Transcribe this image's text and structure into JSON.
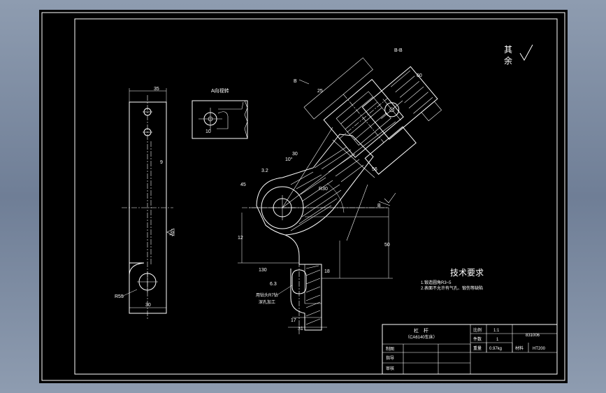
{
  "surface_finish": {
    "text_line1": "其",
    "text_line2": "余",
    "mark": "√"
  },
  "section_label": "B-B",
  "view_a_label": "A向视转",
  "view_a_dim": "10",
  "dims": {
    "top_width": "35",
    "height_9": "9",
    "r55": "R55",
    "bottom_width": "30",
    "angle_16": "16°",
    "d_30_top": "30",
    "d_10deg": "10°",
    "d_3_2": "3.2",
    "d_45": "45",
    "d_50": "50",
    "d_r30": "R30",
    "d_130": "130",
    "d_18": "18",
    "d_12": "12",
    "d_6_3": "6.3",
    "d_17": "17",
    "d_31": "31",
    "d_25": "25",
    "d_60": "60",
    "d_56": "56",
    "hole_note_1": "用钻头R7钻",
    "hole_note_2": "深孔加工"
  },
  "tech_req": {
    "title": "技术要求",
    "line1": "1.锻造圆角R3~5",
    "line2": "2.表面不允许有气孔、锻伤等缺陷"
  },
  "title_block": {
    "name_line1": "杠　杆",
    "name_line2": "（CA6140车床）",
    "scale_label": "比例",
    "scale_value": "1:1",
    "qty_label": "件数",
    "qty_value": "1",
    "drawing_no": "831006",
    "weight_label": "重量",
    "weight_value": "0.97kg",
    "material_label": "材料",
    "material_value": "HT200",
    "drawn_label": "制图",
    "guide_label": "指导",
    "review_label": "审核"
  }
}
